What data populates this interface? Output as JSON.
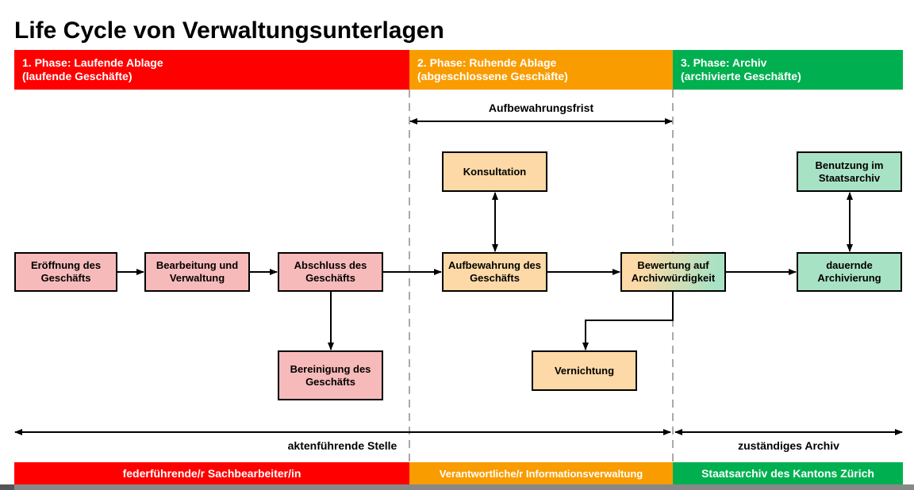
{
  "title": "Life Cycle von Verwaltungsunterlagen",
  "phases": [
    {
      "line1": "1. Phase: Laufende Ablage",
      "line2": "(laufende Geschäfte)"
    },
    {
      "line1": "2. Phase: Ruhende Ablage",
      "line2": "(abgeschlossene Geschäfte)"
    },
    {
      "line1": "3. Phase: Archiv",
      "line2": "(archivierte Geschäfte)"
    }
  ],
  "retention_label": "Aufbewahrungsfrist",
  "boxes": {
    "eroeffnung": "Eröffnung des Geschäfts",
    "bearbeitung": "Bearbeitung und Verwaltung",
    "abschluss": "Abschluss des Geschäfts",
    "bereinigung": "Bereinigung des Geschäfts",
    "konsultation": "Konsultation",
    "aufbewahrung": "Aufbewahrung des Geschäfts",
    "bewertung": "Bewertung auf Archivwürdigkeit",
    "vernichtung": "Vernichtung",
    "benutzung": "Benutzung im Staatsarchiv",
    "archivierung": "dauernde Archivierung"
  },
  "responsibility": {
    "left": "aktenführende Stelle",
    "right": "zuständiges Archiv"
  },
  "bottom": [
    "federführende/r Sachbearbeiter/in",
    "Verantwortliche/r Informationsverwaltung",
    "Staatsarchiv des Kantons Zürich"
  ],
  "colors": {
    "red": "#ff0000",
    "orange": "#f99c00",
    "green": "#00b050"
  }
}
